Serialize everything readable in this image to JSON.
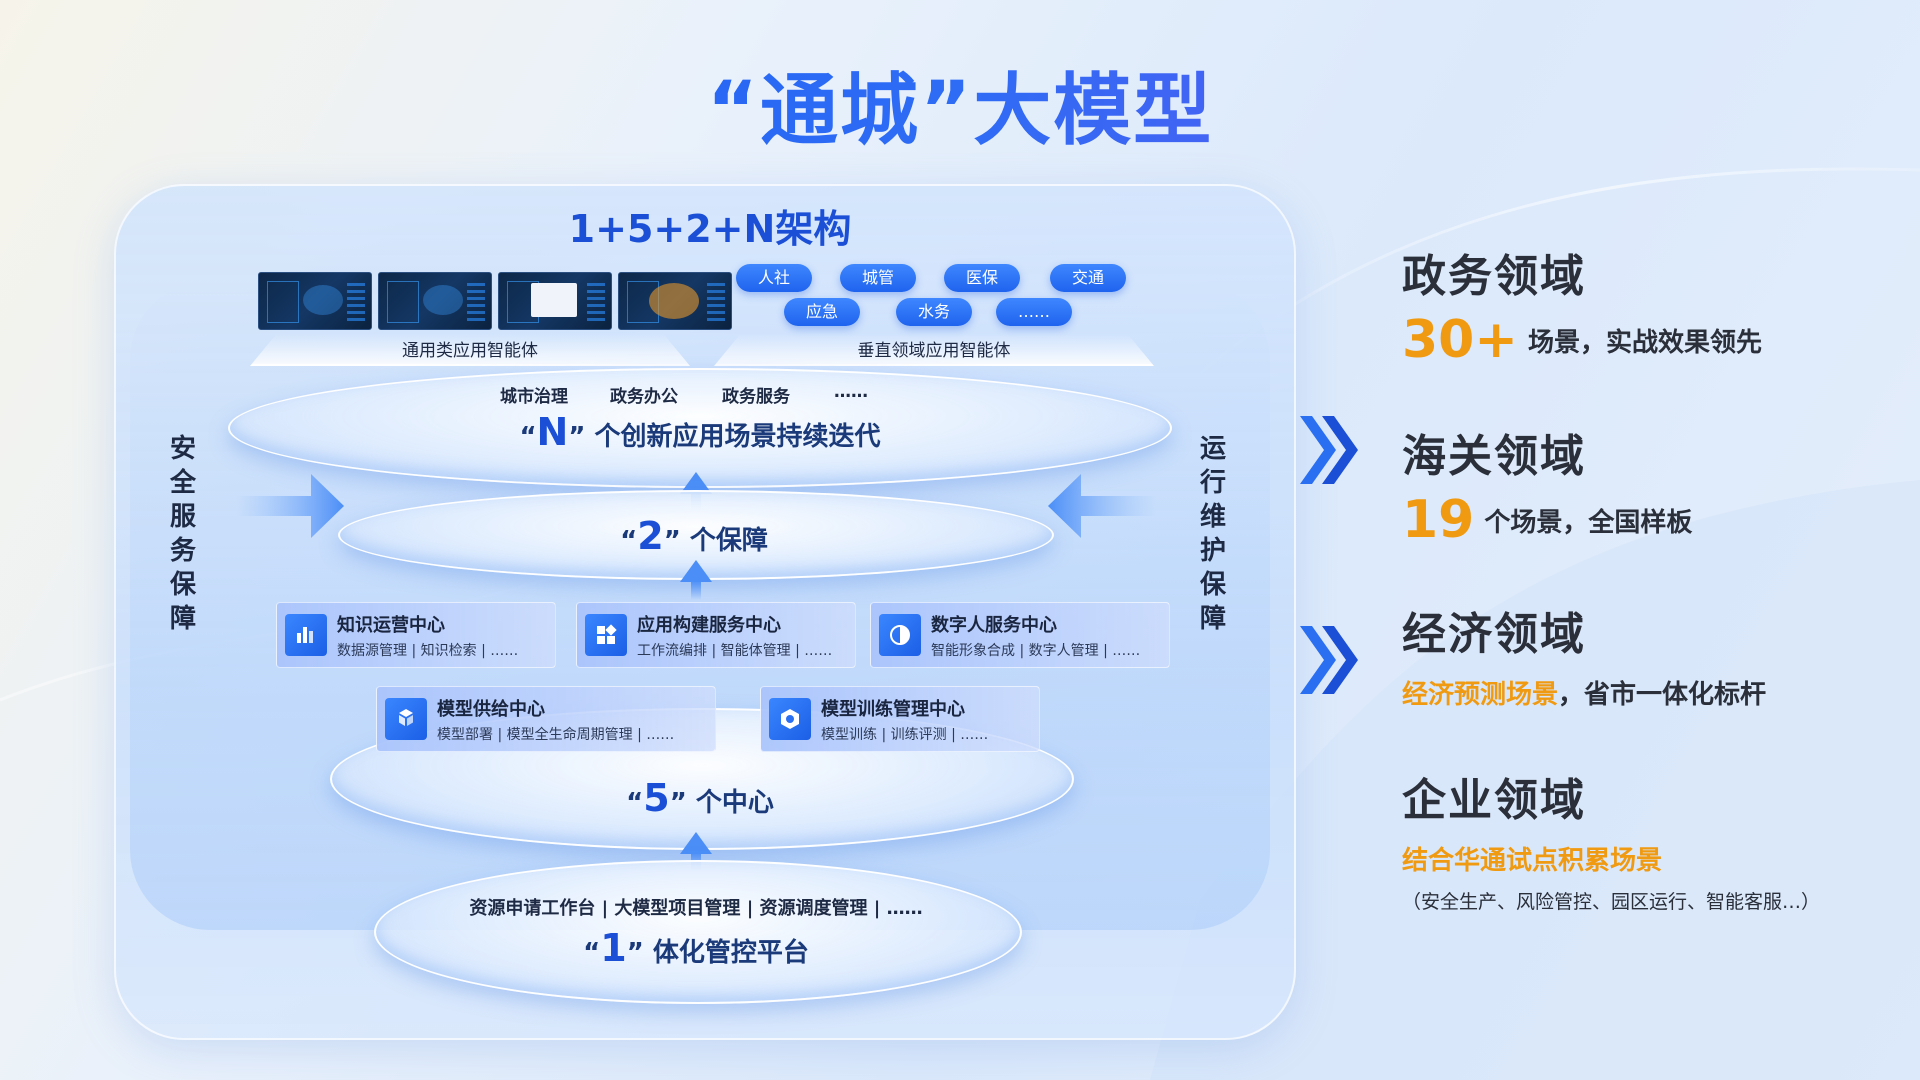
{
  "title": "“通城”大模型",
  "architecture": {
    "title": "1+5+2+N架构",
    "general_label": "通用类应用智能体",
    "vertical_label": "垂直领域应用智能体",
    "pills_row1": [
      "人社",
      "城管",
      "医保",
      "交通"
    ],
    "pills_row2": [
      "应急",
      "水务",
      "……"
    ],
    "n_layer": {
      "items": [
        "城市治理",
        "政务办公",
        "政务服务",
        "……"
      ],
      "num": "N",
      "text": "个创新应用场景持续迭代"
    },
    "two_layer": {
      "num": "2",
      "text": "个保障"
    },
    "centers_row1": [
      {
        "title": "知识运营中心",
        "sub": "数据源管理 | 知识检索 | ……",
        "icon": "knowledge-icon"
      },
      {
        "title": "应用构建服务中心",
        "sub": "工作流编排 | 智能体管理 | ……",
        "icon": "app-grid-icon"
      },
      {
        "title": "数字人服务中心",
        "sub": "智能形象合成 | 数字人管理 | ……",
        "icon": "digital-human-icon"
      }
    ],
    "centers_row2": [
      {
        "title": "模型供给中心",
        "sub": "模型部署 | 模型全生命周期管理 | ……",
        "icon": "cubes-icon"
      },
      {
        "title": "模型训练管理中心",
        "sub": "模型训练 | 训练评测 | ……",
        "icon": "training-icon"
      }
    ],
    "five_layer": {
      "num": "5",
      "text": "个中心"
    },
    "one_layer": {
      "items": "资源申请工作台 | 大模型项目管理 | 资源调度管理 | ……",
      "num": "1",
      "text": "体化管控平台"
    },
    "left_side": "安全服务保障",
    "right_side": "运行维护保障"
  },
  "domains": [
    {
      "name": "政务领域",
      "num": "30+",
      "text": "场景，实战效果领先"
    },
    {
      "name": "海关领域",
      "num": "19",
      "text": "个场景，全国样板"
    },
    {
      "name": "经济领域",
      "highlight": "经济预测场景",
      "text": "，省市一体化标杆"
    },
    {
      "name": "企业领域",
      "highlight": "结合华通试点积累场景",
      "note": "（安全生产、风险管控、园区运行、智能客服…）"
    }
  ],
  "colors": {
    "accent": "#1b4fd6",
    "orange": "#f09a12",
    "pill": "#2a6ff2"
  }
}
